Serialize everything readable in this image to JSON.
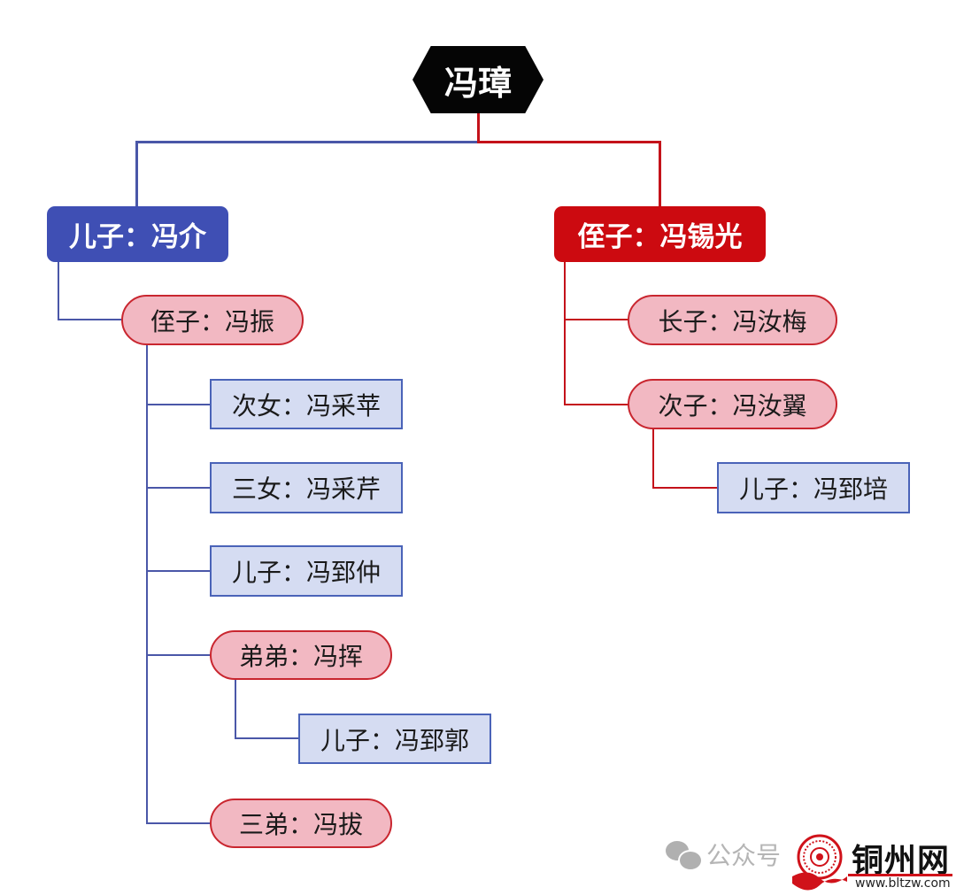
{
  "root": {
    "label": "冯璋"
  },
  "branches": [
    {
      "label": "儿子：冯介",
      "color": "#3f4fb4",
      "children": [
        {
          "label": "侄子：冯振",
          "children": [
            {
              "label": "次女：冯采苹"
            },
            {
              "label": "三女：冯采芹"
            },
            {
              "label": "儿子：冯郅仲"
            },
            {
              "label": "弟弟：冯挥",
              "children": [
                {
                  "label": "儿子：冯郅郭"
                }
              ]
            },
            {
              "label": "三弟：冯拔"
            }
          ]
        }
      ]
    },
    {
      "label": "侄子：冯锡光",
      "color": "#cc0a10",
      "children": [
        {
          "label": "长子：冯汝梅"
        },
        {
          "label": "次子：冯汝翼",
          "children": [
            {
              "label": "儿子：冯郅培"
            }
          ]
        }
      ]
    }
  ],
  "watermark": {
    "icon": "wechat-icon",
    "text": "公众号",
    "site_name": "铜州网",
    "site_url": "www.bltzw.com"
  },
  "colors": {
    "blue_line": "#4a57a8",
    "red_line": "#c4121a",
    "pill_fill": "#f2b8c2",
    "rect_fill": "#d5dcf2"
  }
}
